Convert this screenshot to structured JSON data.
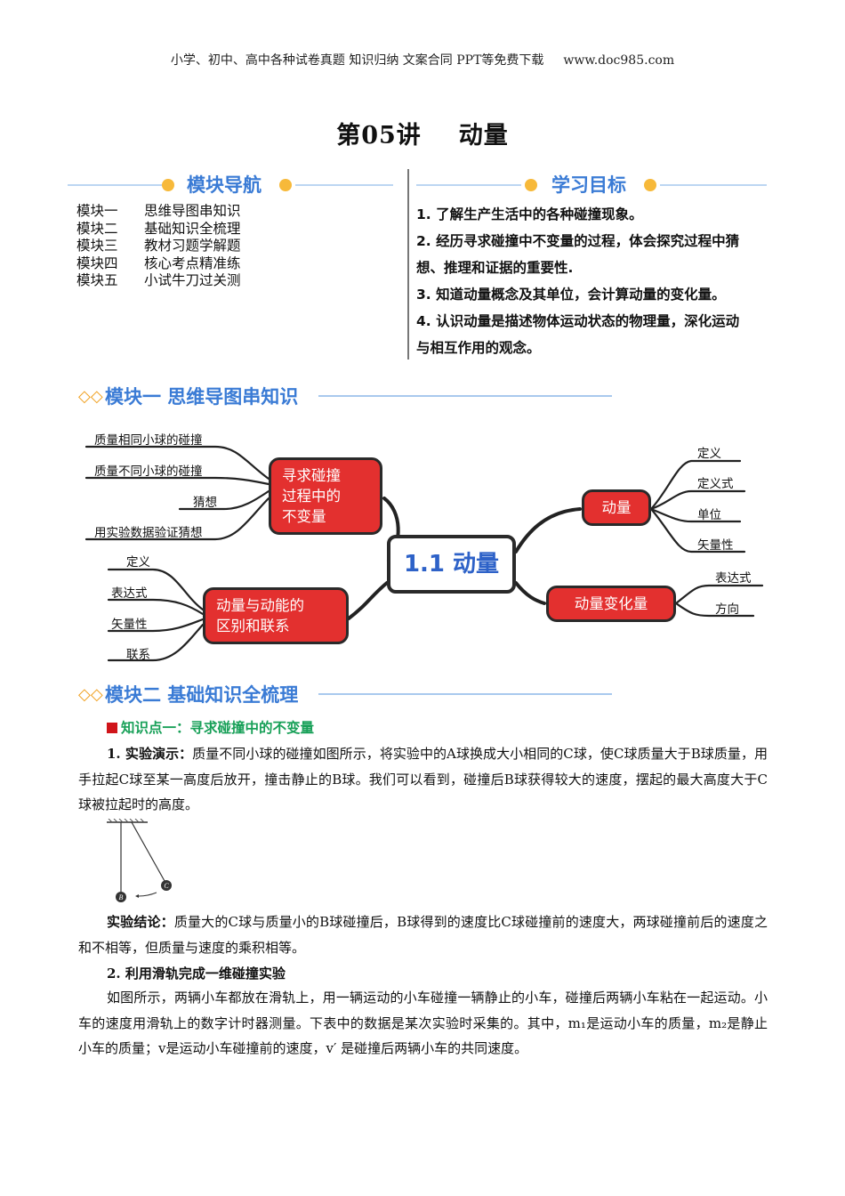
{
  "site_header": {
    "text": "小学、初中、高中各种试卷真题  知识归纳  文案合同  PPT等免费下载",
    "url": "www.doc985.com"
  },
  "title": {
    "lecture": "第05讲",
    "topic": "动量"
  },
  "navigation": {
    "heading": "模块导航",
    "items": [
      {
        "num": "模块一",
        "name": "思维导图串知识"
      },
      {
        "num": "模块二",
        "name": "基础知识全梳理"
      },
      {
        "num": "模块三",
        "name": "教材习题学解题"
      },
      {
        "num": "模块四",
        "name": "核心考点精准练"
      },
      {
        "num": "模块五",
        "name": "小试牛刀过关测"
      }
    ]
  },
  "goals": {
    "heading": "学习目标",
    "items": [
      "1. 了解生产生活中的各种碰撞现象。",
      "2. 经历寻求碰撞中不变量的过程，体会探究过程中猜",
      "想、推理和证据的重要性.",
      "3. 知道动量概念及其单位，会计算动量的变化量。",
      "4. 认识动量是描述物体运动状态的物理量，深化运动",
      "与相互作用的观念。"
    ]
  },
  "module1": {
    "heading": "模块一  思维导图串知识"
  },
  "mindmap": {
    "center": "1.1 动量",
    "box_invariant": [
      "寻求碰撞",
      "过程中的",
      "不变量"
    ],
    "box_relation": [
      "动量与动能的",
      "区别和联系"
    ],
    "box_momentum": "动量",
    "box_change": "动量变化量",
    "invariant_items": [
      "质量相同小球的碰撞",
      "质量不同小球的碰撞",
      "猜想",
      "用实验数据验证猜想"
    ],
    "relation_items": [
      "定义",
      "表达式",
      "矢量性",
      "联系"
    ],
    "momentum_items": [
      "定义",
      "定义式",
      "单位",
      "矢量性"
    ],
    "change_items": [
      "表达式",
      "方向"
    ]
  },
  "module2": {
    "heading": "模块二  基础知识全梳理"
  },
  "knowledge_point1": {
    "title": "知识点一：寻求碰撞中的不变量"
  },
  "experiment": {
    "label": "1. 实验演示：",
    "text": "质量不同小球的碰撞如图所示，将实验中的A球换成大小相同的C球，使C球质量大于B球质量，用手拉起C球至某一高度后放开，撞击静止的B球。我们可以看到，碰撞后B球获得较大的速度，摆起的最大高度大于C球被拉起时的高度。",
    "ball_b": "B",
    "ball_c": "C"
  },
  "conclusion": {
    "label": "实验结论：",
    "text": "质量大的C球与质量小的B球碰撞后，B球得到的速度比C球碰撞前的速度大，两球碰撞前后的速度之和不相等，但质量与速度的乘积相等。"
  },
  "section2": {
    "heading": "2. 利用滑轨完成一维碰撞实验",
    "text": "如图所示，两辆小车都放在滑轨上，用一辆运动的小车碰撞一辆静止的小车，碰撞后两辆小车粘在一起运动。小车的速度用滑轨上的数字计时器测量。下表中的数据是某次实验时采集的。其中，m₁是运动小车的质量，m₂是静止小车的质量；v是运动小车碰撞前的速度，v′ 是碰撞后两辆小车的共同速度。"
  }
}
